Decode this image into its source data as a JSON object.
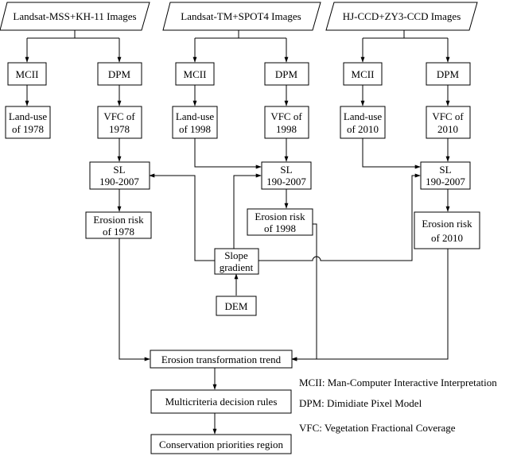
{
  "sources": {
    "a": "Landsat-MSS+KH-11 Images",
    "b": "Landsat-TM+SPOT4 Images",
    "c": "HJ-CCD+ZY3-CCD Images"
  },
  "mcii_label": "MCII",
  "dpm_label": "DPM",
  "landuse": {
    "y1978": [
      "Land-use",
      "of 1978"
    ],
    "y1998": [
      "Land-use",
      "of 1998"
    ],
    "y2010": [
      "Land-use",
      "of 2010"
    ]
  },
  "vfc": {
    "y1978": [
      "VFC of",
      "1978"
    ],
    "y1998": [
      "VFC of",
      "1998"
    ],
    "y2010": [
      "VFC of",
      "2010"
    ]
  },
  "sl": [
    "SL",
    "190-2007"
  ],
  "erosion_risk": {
    "y1978": [
      "Erosion risk",
      "of 1978"
    ],
    "y1998": [
      "Erosion risk",
      "of 1998"
    ],
    "y2010": [
      "Erosion risk",
      "of 2010"
    ]
  },
  "slope": [
    "Slope",
    "gradient"
  ],
  "dem": "DEM",
  "trend": "Erosion transformation trend",
  "rules": "Multicriteria decision rules",
  "conservation": "Conservation priorities region",
  "legend": {
    "mcii": "MCII: Man-Computer Interactive Interpretation",
    "dpm": "DPM: Dimidiate Pixel Model",
    "vfc": "VFC: Vegetation Fractional Coverage"
  }
}
